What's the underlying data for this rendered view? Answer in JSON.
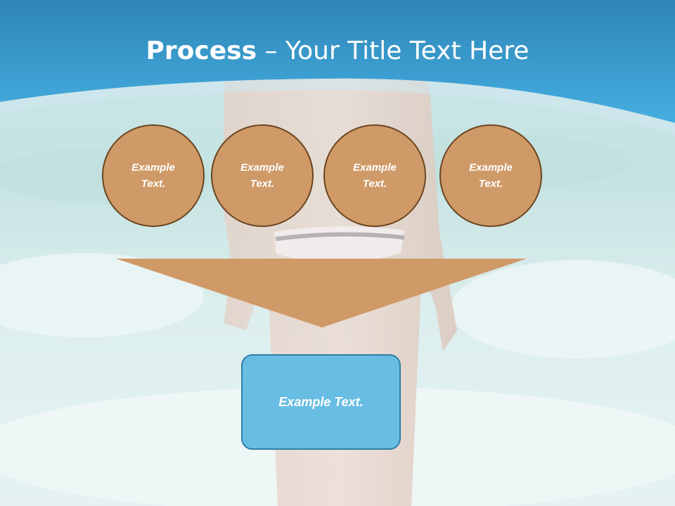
{
  "title": {
    "bold": "Process",
    "separator": " – ",
    "rest": "Your Title Text Here"
  },
  "steps": [
    {
      "label": "Example Text."
    },
    {
      "label": "Example Text."
    },
    {
      "label": "Example Text."
    },
    {
      "label": "Example Text."
    }
  ],
  "result": {
    "label": "Example Text."
  },
  "colors": {
    "header": "#3d9fcf",
    "circle": "#cf9a67",
    "circle_border": "#6b4520",
    "funnel": "#cf9a67",
    "result_box": "#68bde3"
  }
}
